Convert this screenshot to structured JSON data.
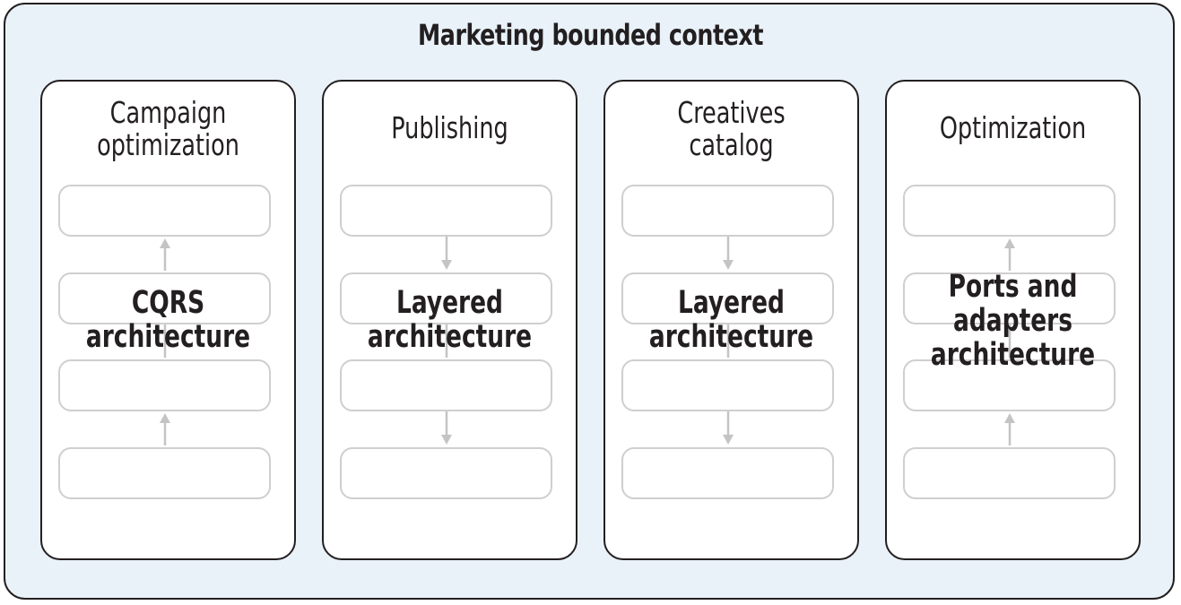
{
  "context": {
    "title": "Marketing bounded context"
  },
  "colors": {
    "outer_fill": "#eaf2f9",
    "stroke": "#231f20",
    "layer_stroke": "#cfcfcf",
    "arrow": "#c4c4c4"
  },
  "subsystems": [
    {
      "title_lines": [
        "Campaign",
        "optimization"
      ],
      "architecture_lines": [
        "CQRS",
        "architecture"
      ],
      "arrow_direction": "up"
    },
    {
      "title_lines": [
        "Publishing"
      ],
      "architecture_lines": [
        "Layered",
        "architecture"
      ],
      "arrow_direction": "down"
    },
    {
      "title_lines": [
        "Creatives",
        "catalog"
      ],
      "architecture_lines": [
        "Layered",
        "architecture"
      ],
      "arrow_direction": "down"
    },
    {
      "title_lines": [
        "Optimization"
      ],
      "architecture_lines": [
        "Ports and",
        "adapters",
        "architecture"
      ],
      "arrow_direction": "up"
    }
  ]
}
